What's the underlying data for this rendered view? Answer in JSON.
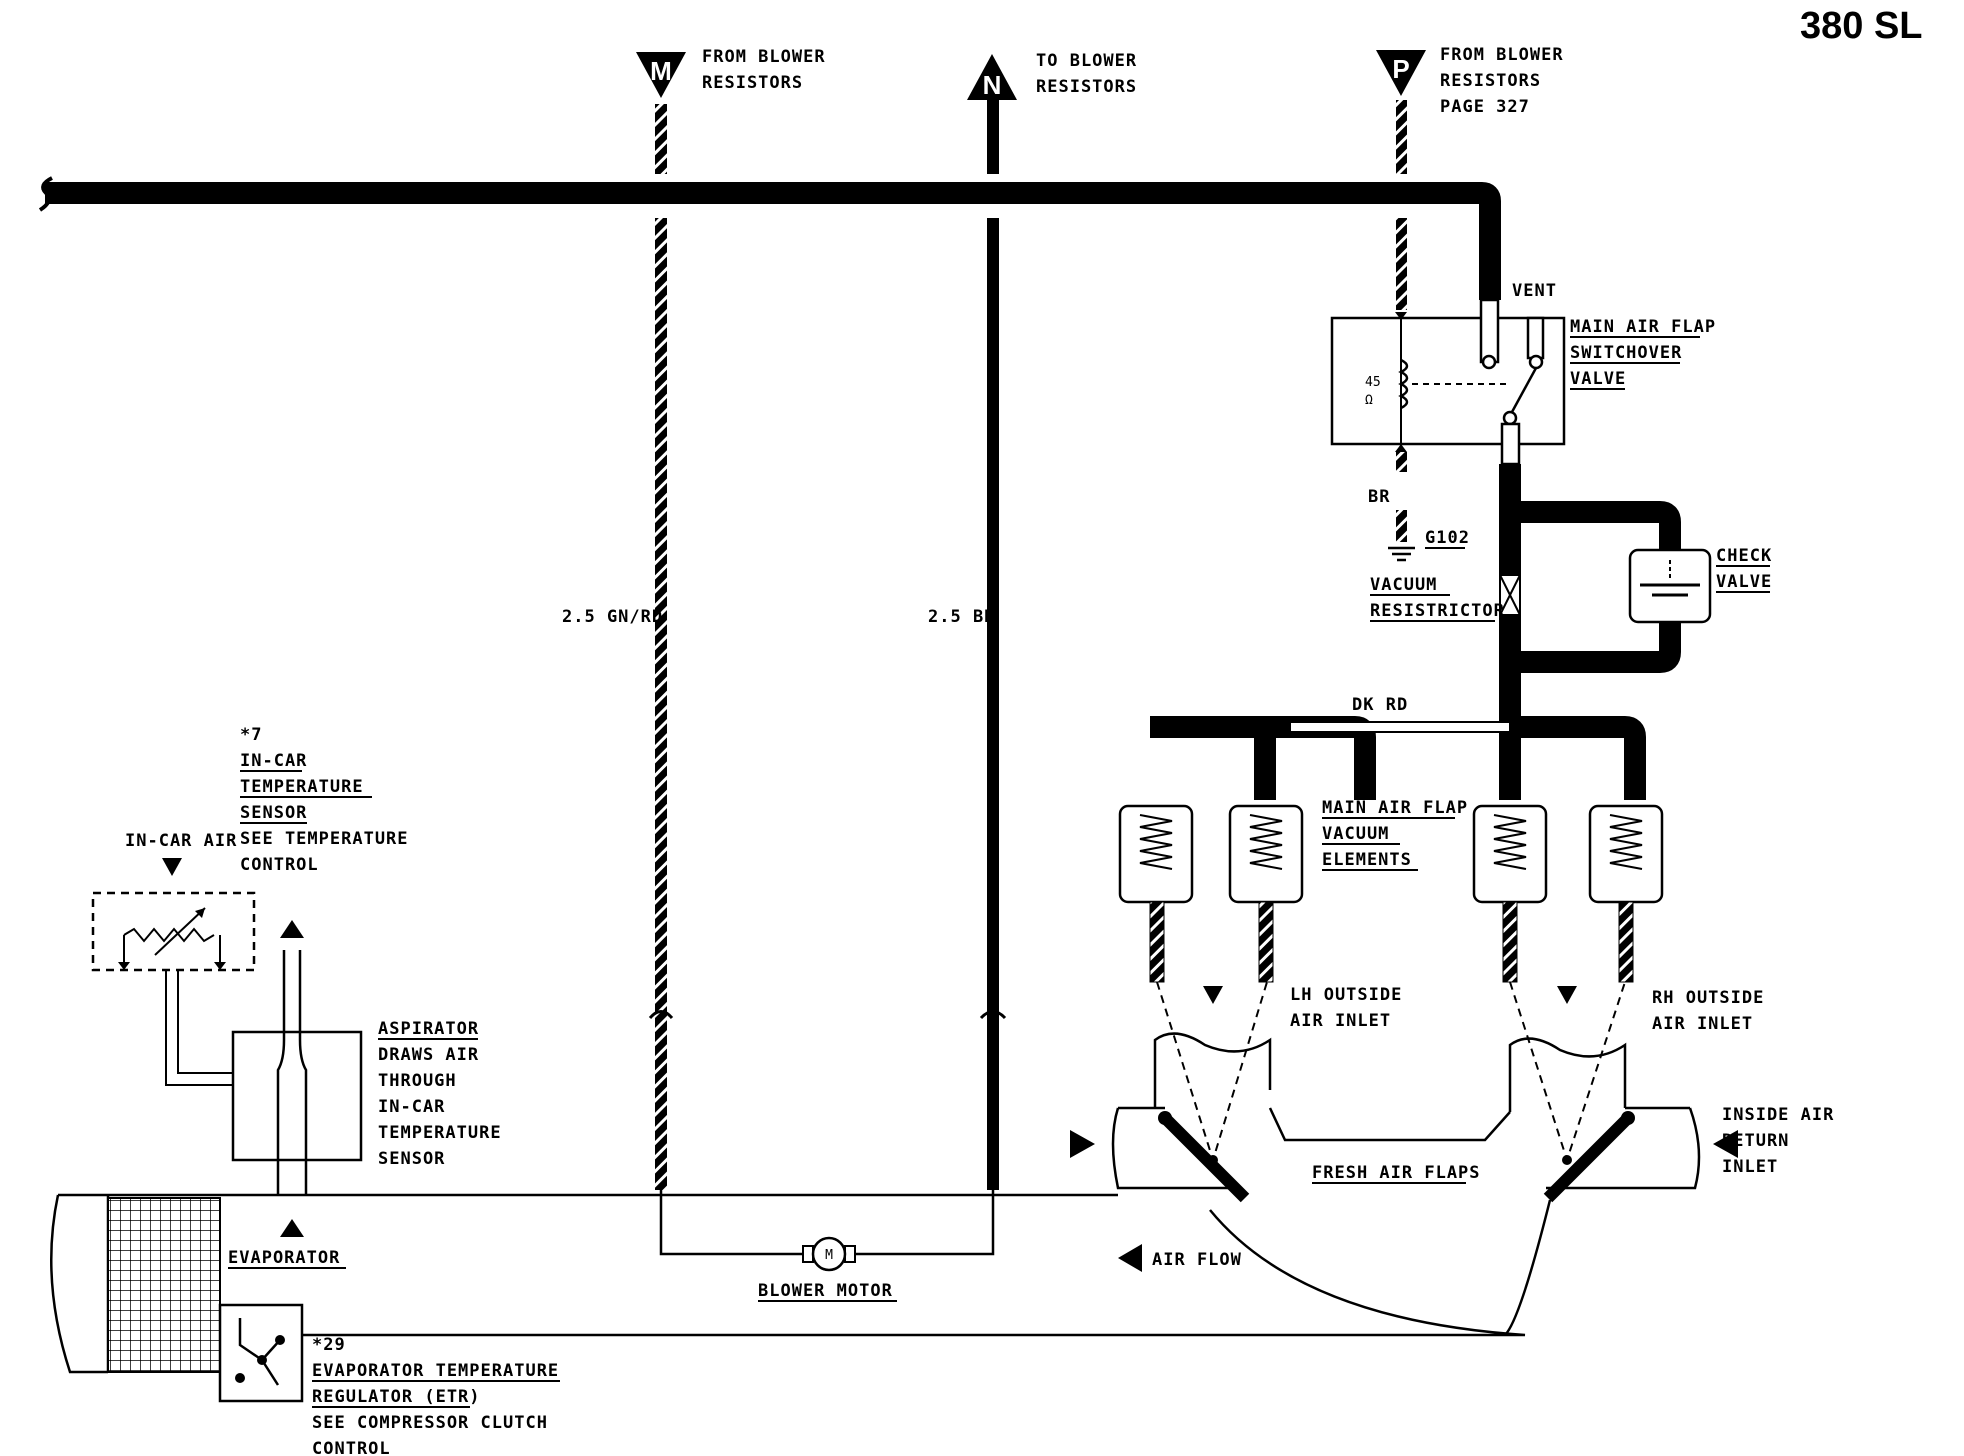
{
  "title": "380 SL",
  "connectors": {
    "m": {
      "letter": "M",
      "line1": "FROM BLOWER",
      "line2": "RESISTORS"
    },
    "n": {
      "letter": "N",
      "line1": "TO BLOWER",
      "line2": "RESISTORS"
    },
    "p": {
      "letter": "P",
      "line1": "FROM BLOWER",
      "line2": "RESISTORS",
      "line3": "PAGE 327"
    }
  },
  "wires": {
    "gn_rd": "2.5 GN/RD",
    "br_25": "2.5 BR",
    "br": "BR",
    "dk_rd": "DK RD"
  },
  "ground": "G102",
  "switchover": {
    "vent": "VENT",
    "line1": "MAIN AIR FLAP",
    "line2": "SWITCHOVER",
    "line3": "VALVE",
    "ohms": "45",
    "ohm_sym": "Ω"
  },
  "check_valve": {
    "line1": "CHECK",
    "line2": "VALVE"
  },
  "vacuum_resistrictor": {
    "line1": "VACUUM",
    "line2": "RESISTRICTOR"
  },
  "vacuum_elements": {
    "line1": "MAIN AIR FLAP",
    "line2": "VACUUM",
    "line3": "ELEMENTS"
  },
  "lh_inlet": {
    "line1": "LH OUTSIDE",
    "line2": "AIR INLET"
  },
  "rh_inlet": {
    "line1": "RH OUTSIDE",
    "line2": "AIR INLET"
  },
  "inside_air": {
    "line1": "INSIDE AIR",
    "line2": "RETURN",
    "line3": "INLET"
  },
  "fresh_air_flaps": "FRESH AIR FLAPS",
  "air_flow": "AIR FLOW",
  "blower_motor": {
    "label": "BLOWER MOTOR",
    "symbol": "M"
  },
  "in_car_sensor": {
    "ref": "*7",
    "line1": "IN-CAR",
    "line2": "TEMPERATURE",
    "line3": "SENSOR",
    "line4": "SEE TEMPERATURE",
    "line5": "CONTROL"
  },
  "in_car_air": "IN-CAR AIR",
  "aspirator": {
    "line1": "ASPIRATOR",
    "line2": "DRAWS AIR",
    "line3": "THROUGH",
    "line4": "IN-CAR",
    "line5": "TEMPERATURE",
    "line6": "SENSOR"
  },
  "evaporator": "EVAPORATOR",
  "etr": {
    "ref": "*29",
    "line1": "EVAPORATOR TEMPERATURE",
    "line2": "REGULATOR (ETR)",
    "line3": "SEE COMPRESSOR CLUTCH",
    "line4": "CONTROL"
  }
}
